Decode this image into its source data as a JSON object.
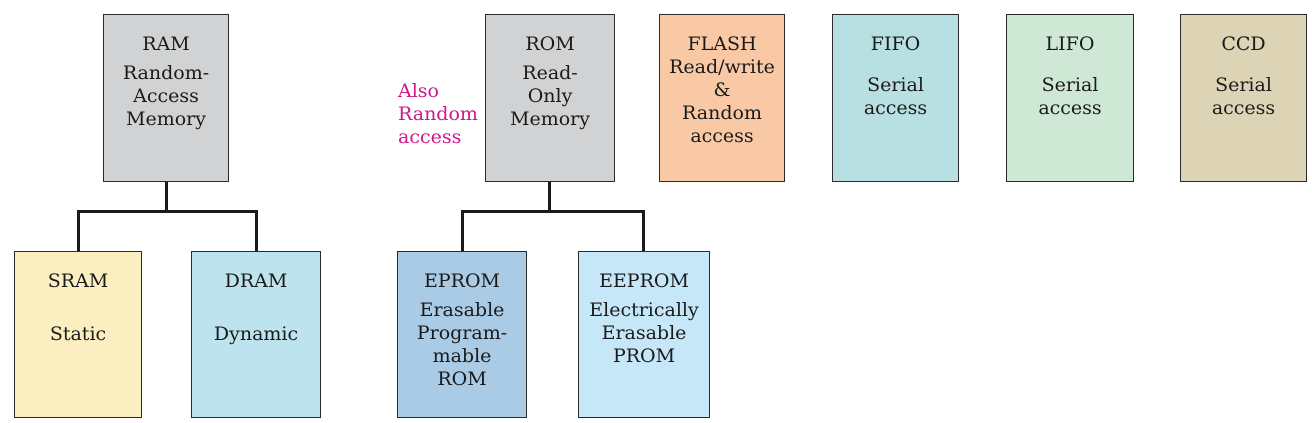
{
  "colors": {
    "ram": "#d1d2d4",
    "rom": "#d1d2d4",
    "flash": "#f9c9a6",
    "fifo": "#b8e0e2",
    "lifo": "#cfe8d6",
    "ccd": "#ddd3b5",
    "sram": "#fbeec0",
    "dram": "#bde3ef",
    "eprom": "#a9cbe6",
    "eeprom": "#c6e7f8",
    "note": "#d1168a",
    "line": "#1a1a1a"
  },
  "boxes": {
    "ram": {
      "title": "RAM",
      "desc": "Random-\nAccess\nMemory"
    },
    "rom": {
      "title": "ROM",
      "desc": "Read-\nOnly\nMemory"
    },
    "flash": {
      "title": "FLASH",
      "desc": "Read/write\n&\nRandom\naccess"
    },
    "fifo": {
      "title": "FIFO",
      "desc": "Serial\naccess"
    },
    "lifo": {
      "title": "LIFO",
      "desc": "Serial\naccess"
    },
    "ccd": {
      "title": "CCD",
      "desc": "Serial\naccess"
    },
    "sram": {
      "title": "SRAM",
      "desc": "Static"
    },
    "dram": {
      "title": "DRAM",
      "desc": "Dynamic"
    },
    "eprom": {
      "title": "EPROM",
      "desc": "Erasable\nProgram-\nmable\nROM"
    },
    "eeprom": {
      "title": "EEPROM",
      "desc": "Electrically\nErasable\nPROM"
    }
  },
  "note": {
    "text": "Also\nRandom\naccess"
  }
}
